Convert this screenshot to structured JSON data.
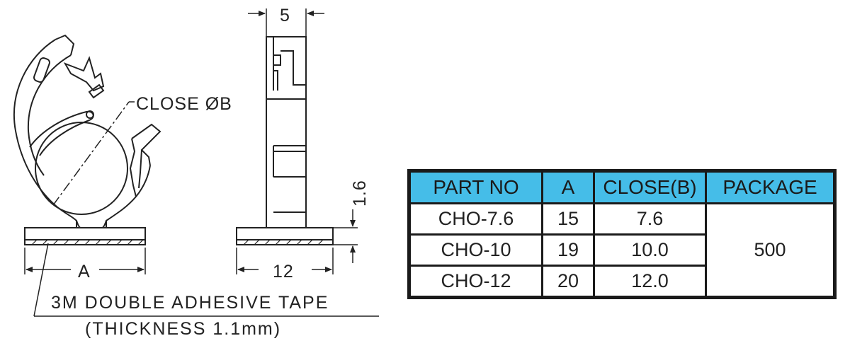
{
  "drawing": {
    "labels": {
      "close_diameter": "CLOSE ØB",
      "dim_a": "A",
      "dim_width": "5",
      "dim_tape": "1.6",
      "dim_base": "12",
      "tape_note_line1": "3M DOUBLE ADHESIVE TAPE",
      "tape_note_line2": "(THICKNESS 1.1mm)"
    }
  },
  "table": {
    "colors": {
      "header_bg": "#45bde8",
      "border": "#1a1a1a"
    },
    "headers": {
      "part_no": "PART NO",
      "a": "A",
      "close_b": "CLOSE(B)",
      "package": "PACKAGE"
    },
    "rows": [
      {
        "part_no": "CHO-7.6",
        "a": "15",
        "close_b": "7.6"
      },
      {
        "part_no": "CHO-10",
        "a": "19",
        "close_b": "10.0"
      },
      {
        "part_no": "CHO-12",
        "a": "20",
        "close_b": "12.0"
      }
    ],
    "package": "500"
  }
}
